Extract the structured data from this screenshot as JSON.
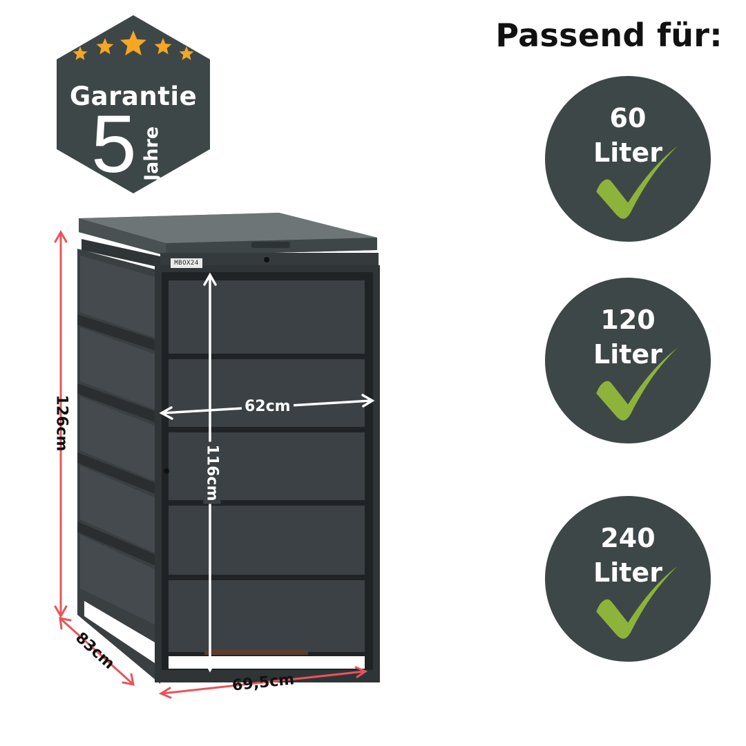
{
  "badge": {
    "title": "Garantie",
    "number": "5",
    "unit": "Jahre",
    "star_count": 5,
    "star_color": "#f5a623",
    "color": "#3e4748"
  },
  "heading": "Passend für:",
  "capacities": [
    {
      "value": "60",
      "unit": "Liter"
    },
    {
      "value": "120",
      "unit": "Liter"
    },
    {
      "value": "240",
      "unit": "Liter"
    }
  ],
  "check_color": "#8db33a",
  "circle_color": "#3e4748",
  "product": {
    "brand_plate": "MBOX24",
    "color": "#3a3f42"
  },
  "dimensions": {
    "total_height": "126cm",
    "depth": "83cm",
    "width": "69,5cm",
    "door_width": "62cm",
    "door_height": "116cm",
    "outer_arrow_color": "#e8545a",
    "inner_arrow_color": "#ffffff"
  }
}
